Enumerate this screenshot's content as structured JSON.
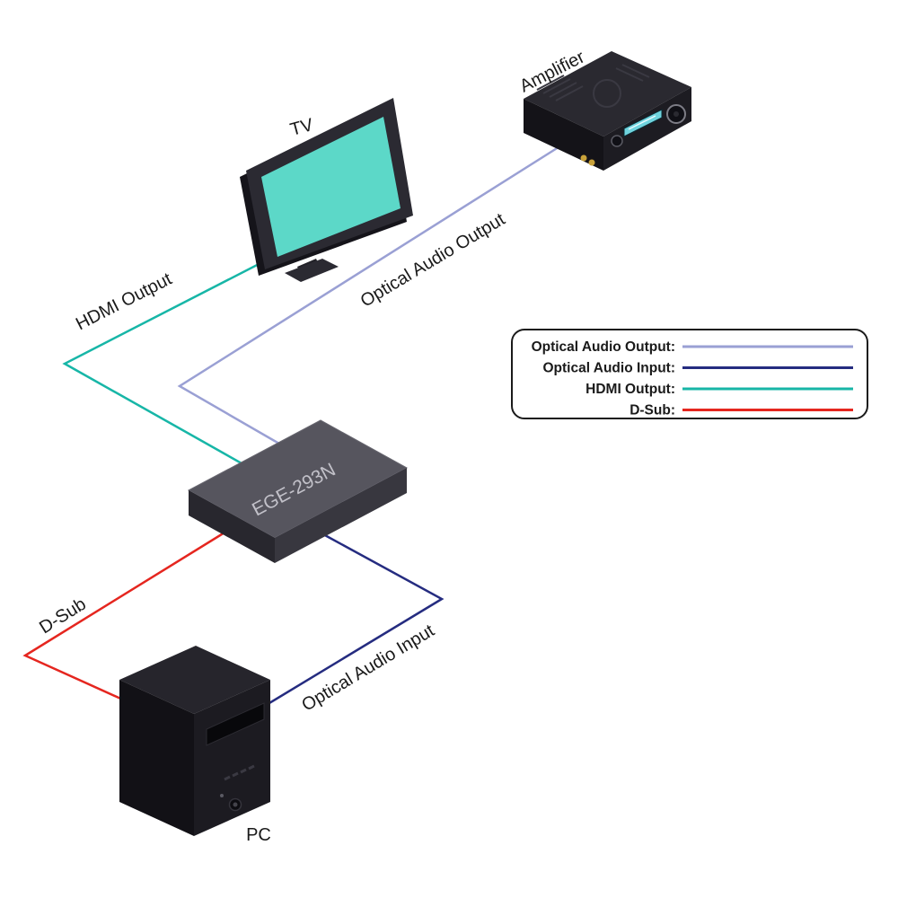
{
  "diagram": {
    "devices": {
      "tv": {
        "label": "TV",
        "screen_color": "#5cd8c8"
      },
      "amplifier": {
        "label": "Amplifier"
      },
      "switcher": {
        "label": "EGE-293N"
      },
      "pc": {
        "label": "PC"
      }
    },
    "connections": {
      "optical_audio_output": {
        "label": "Optical Audio Output",
        "color": "#9aa0d4"
      },
      "optical_audio_input": {
        "label": "Optical Audio Input",
        "color": "#252c80"
      },
      "hdmi_output": {
        "label": "HDMI Output",
        "color": "#17b6a7"
      },
      "d_sub": {
        "label": "D-Sub",
        "color": "#e5261f"
      }
    },
    "legend": {
      "items": [
        {
          "label": "Optical Audio Output:",
          "color": "#9aa0d4"
        },
        {
          "label": "Optical Audio Input:",
          "color": "#252c80"
        },
        {
          "label": "HDMI Output:",
          "color": "#17b6a7"
        },
        {
          "label": "D-Sub:",
          "color": "#e5261f"
        }
      ]
    }
  }
}
